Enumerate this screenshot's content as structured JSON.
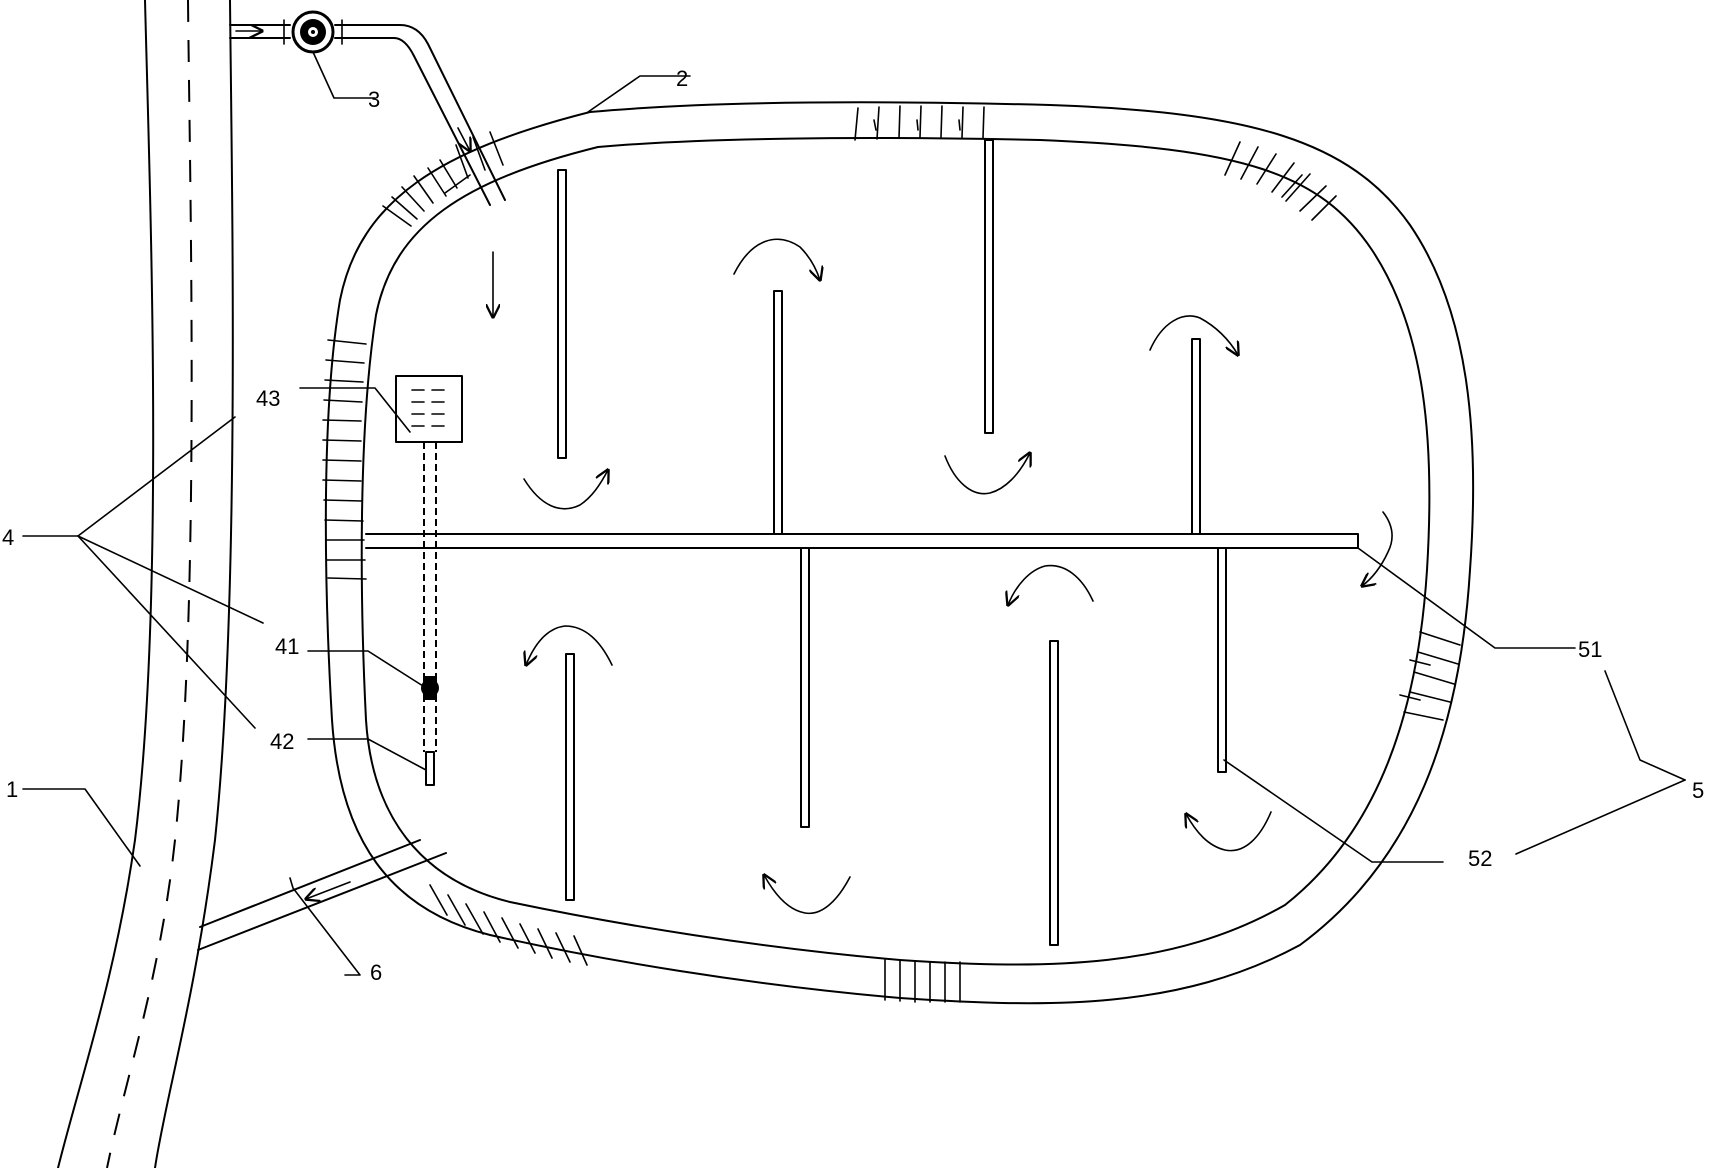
{
  "labels": {
    "road": "1",
    "pond_wall": "2",
    "inlet_pump": "3",
    "treatment_unit": "4",
    "pipe": "41",
    "valve": "42",
    "dosing_box": "43",
    "baffle_system": "5",
    "main_baffle": "51",
    "branch_baffle": "52",
    "outlet_channel": "6"
  },
  "icons": {
    "pump": "pump-icon",
    "valve": "valve-icon",
    "flow_arrow": "flow-arrow-icon"
  },
  "colors": {
    "line": "#000000",
    "background": "#ffffff"
  }
}
